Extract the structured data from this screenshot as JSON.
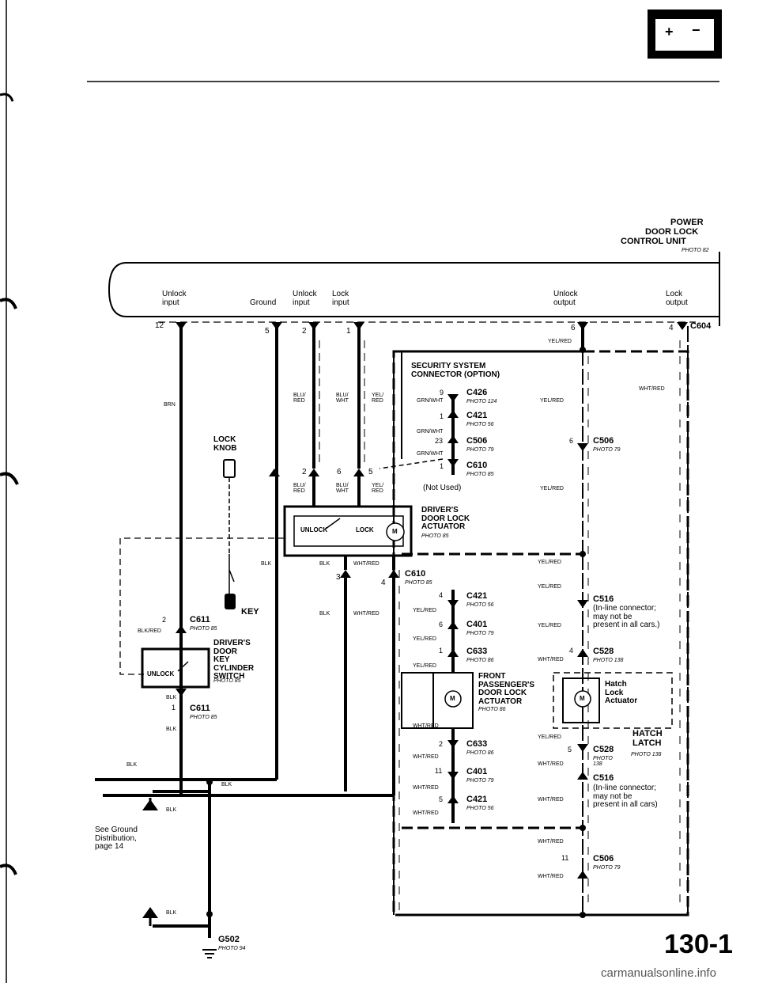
{
  "unit": {
    "title_line1": "POWER",
    "title_line2": "DOOR LOCK",
    "title_line3": "CONTROL UNIT",
    "photo": "PHOTO 82"
  },
  "header_labels": {
    "unlock_input": "Unlock\ninput",
    "ground": "Ground",
    "unlock_input2": "Unlock\ninput",
    "lock_input": "Lock\ninput",
    "unlock_output": "Unlock\noutput",
    "lock_output": "Lock\noutput"
  },
  "pins": {
    "p12": "12",
    "p5": "5",
    "p2": "2",
    "p1": "1",
    "p6": "6",
    "p4": "4",
    "c604": "C604",
    "p2b": "2",
    "p6b": "6",
    "p5b": "5",
    "p3": "3",
    "p4b": "4",
    "p2c": "2",
    "p1c": "1"
  },
  "wires": {
    "brn": "BRN",
    "blu_red": "BLU/\nRED",
    "blu_wht": "BLU/\nWHT",
    "yel_red": "YEL/\nRED",
    "yel_red_top": "YEL/RED",
    "wht_red_right": "WHT/RED",
    "blk_mid": "BLK",
    "blk_a": "BLK",
    "wht_red_a": "WHT/RED",
    "blk_b": "BLK",
    "wht_red_b": "WHT/RED",
    "blk_red": "BLK/RED",
    "blk_c": "BLK",
    "blk_d": "BLK",
    "blk_e": "BLK",
    "blk_f": "BLK",
    "blk_g": "BLK",
    "blk_h": "BLK",
    "blk_i": "BLK"
  },
  "security": {
    "title": "SECURITY SYSTEM\nCONNECTOR (OPTION)",
    "c426": "C426",
    "c426_photo": "PHOTO 124",
    "c426_pin": "9",
    "c426_wire": "GRN/WHT",
    "c421": "C421",
    "c421_photo": "PHOTO 56",
    "c421_pin": "1",
    "c421_wire": "GRN/WHT",
    "c506": "C506",
    "c506_photo": "PHOTO 79",
    "c506_pin": "23",
    "c506_wire": "GRN/WHT",
    "c610": "C610",
    "c610_photo": "PHOTO 85",
    "c610_pin": "1",
    "not_used": "(Not Used)",
    "yel_red_1": "YEL/RED",
    "c506r": "C506",
    "c506r_photo": "PHOTO 79",
    "c506r_pin": "6",
    "yel_red_2": "YEL/RED"
  },
  "driver_actuator": {
    "title": "DRIVER'S\nDOOR LOCK\nACTUATOR",
    "photo": "PHOTO 85",
    "unlock": "UNLOCK",
    "lock": "LOCK",
    "motor": "M"
  },
  "lock_knob": {
    "label": "LOCK\nKNOB"
  },
  "key": {
    "label": "KEY"
  },
  "c611_top": {
    "pin": "2",
    "name": "C611",
    "photo": "PHOTO 85"
  },
  "cylinder": {
    "title": "DRIVER'S\nDOOR\nKEY\nCYLINDER\nSWITCH",
    "photo": "PHOTO 85",
    "unlock": "UNLOCK"
  },
  "c611_bot": {
    "pin": "1",
    "name": "C611",
    "photo": "PHOTO 85"
  },
  "ground_ref": {
    "text": "See Ground\nDistribution,\npage 14"
  },
  "g502": {
    "name": "G502",
    "photo": "PHOTO 94"
  },
  "c610_mid": {
    "name": "C610",
    "photo": "PHOTO 85"
  },
  "yel_red_mid": "YEL/RED",
  "passenger": {
    "c421": "C421",
    "c421_photo": "PHOTO 56",
    "c421_pin": "4",
    "c421_wire": "YEL/RED",
    "c421_wire_r": "YEL/RED",
    "c401": "C401",
    "c401_photo": "PHOTO 79",
    "c401_pin": "6",
    "c401_wire": "YEL/RED",
    "c401_wire_r": "YEL/RED",
    "c633": "C633",
    "c633_photo": "PHOTO 86",
    "c633_pin": "1",
    "c633_wire": "YEL/RED",
    "title": "FRONT\nPASSENGER'S\nDOOR LOCK\nACTUATOR",
    "photo": "PHOTO 86",
    "motor": "M",
    "c633b": "C633",
    "c633b_photo": "PHOTO 86",
    "c633b_pin": "2",
    "wht_red_1": "WHT/RED",
    "wht_red_2": "WHT/RED",
    "c401b": "C401",
    "c401b_photo": "PHOTO 79",
    "c401b_pin": "11",
    "wht_red_3": "WHT/RED",
    "c421b": "C421",
    "c421b_photo": "PHOTO 56",
    "c421b_pin": "5",
    "wht_red_4": "WHT/RED"
  },
  "hatch": {
    "c516": "C516",
    "c516_note": "(In-line connector;\nmay not be\npresent in all cars.)",
    "c528": "C528",
    "c528_photo": "PHOTO 138",
    "c528_pin": "4",
    "wht_red": "WHT/RED",
    "actuator": "Hatch\nLock\nActuator",
    "motor": "M",
    "latch": "HATCH\nLATCH",
    "latch_photo": "PHOTO 138",
    "yel_red": "YEL/RED",
    "c528b": "C528",
    "c528b_photo": "PHOTO\n138",
    "c528b_pin": "5",
    "wht_red_b": "WHT/RED",
    "c516b": "C516",
    "c516b_note": "(In-line connector;\nmay not be\npresent in all cars)",
    "wht_red_c": "WHT/RED",
    "wht_red_d": "WHT/RED",
    "c506": "C506",
    "c506_photo": "PHOTO 79",
    "c506_pin": "11",
    "wht_red_e": "WHT/RED"
  },
  "page_number": "130-1",
  "watermark": "carmanualsonline.info"
}
